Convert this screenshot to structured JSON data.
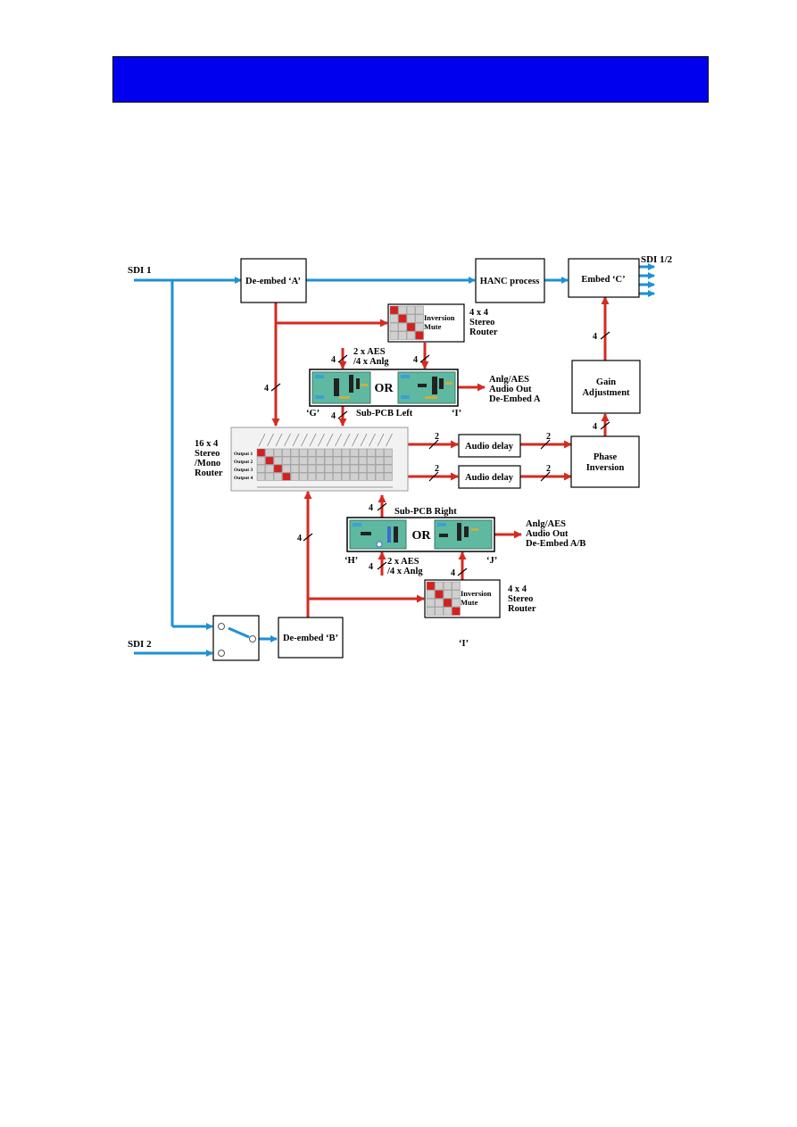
{
  "colors": {
    "header": "#0000ee",
    "signal_video": "#1e90d6",
    "signal_audio": "#d42a20",
    "pcb_green": "#5fb8a0",
    "matrix_cell": "#d0d0d0",
    "matrix_active": "#d42020"
  },
  "inputs": {
    "sdi1": "SDI 1",
    "sdi2": "SDI 2"
  },
  "output": {
    "sdi12": "SDI 1/2"
  },
  "blocks": {
    "deembed_a": "De-embed ‘A’",
    "deembed_b": "De-embed ‘B’",
    "hanc": "HANC process",
    "embed_c": "Embed ‘C’",
    "gain_line1": "Gain",
    "gain_line2": "Adjustment",
    "phase_line1": "Phase",
    "phase_line2": "Inversion",
    "delay1": "Audio delay",
    "delay2": "Audio delay"
  },
  "router_top": {
    "inner_line1": "Inversion",
    "inner_line2": "Mute",
    "label_line1": "4 x 4",
    "label_line2": "Stereo",
    "label_line3": "Router"
  },
  "router_bottom": {
    "inner_line1": "Inversion",
    "inner_line2": "Mute",
    "label_line1": "4 x 4",
    "label_line2": "Stereo",
    "label_line3": "Router",
    "under_label": "‘I’"
  },
  "matrix": {
    "label_line1": "16 x 4",
    "label_line2": "Stereo",
    "label_line3": "/Mono",
    "label_line4": "Router",
    "rows": [
      "Output 1",
      "Output 2",
      "Output 3",
      "Output 4"
    ]
  },
  "subpcb_left": {
    "or": "OR",
    "title": "Sub-PCB Left",
    "left_tag": "‘G’",
    "right_tag": "‘I’",
    "input_line1": "2 x AES",
    "input_line2": "/4 x Anlg",
    "out_line1": "Anlg/AES",
    "out_line2": "Audio Out",
    "out_line3": "De-Embed A"
  },
  "subpcb_right": {
    "or": "OR",
    "title": "Sub-PCB Right",
    "left_tag": "‘H’",
    "right_tag": "‘J’",
    "input_line1": "2 x AES",
    "input_line2": "/4 x Anlg",
    "out_line1": "Anlg/AES",
    "out_line2": "Audio Out",
    "out_line3": "De-Embed A/B"
  },
  "bus_widths": {
    "deembed_a_to_matrix": "4",
    "aes_in_left": "4",
    "router_to_pcb_left": "4",
    "pcb_left_to_matrix": "4",
    "matrix_to_delay1": "2",
    "matrix_to_delay2": "2",
    "delay1_to_phase": "2",
    "delay2_to_phase": "2",
    "phase_to_gain": "4",
    "gain_to_embed": "4",
    "deembed_b_to_matrix": "4",
    "pcb_right_to_matrix": "4",
    "aes_in_right": "4",
    "router_to_pcb_right": "4"
  }
}
